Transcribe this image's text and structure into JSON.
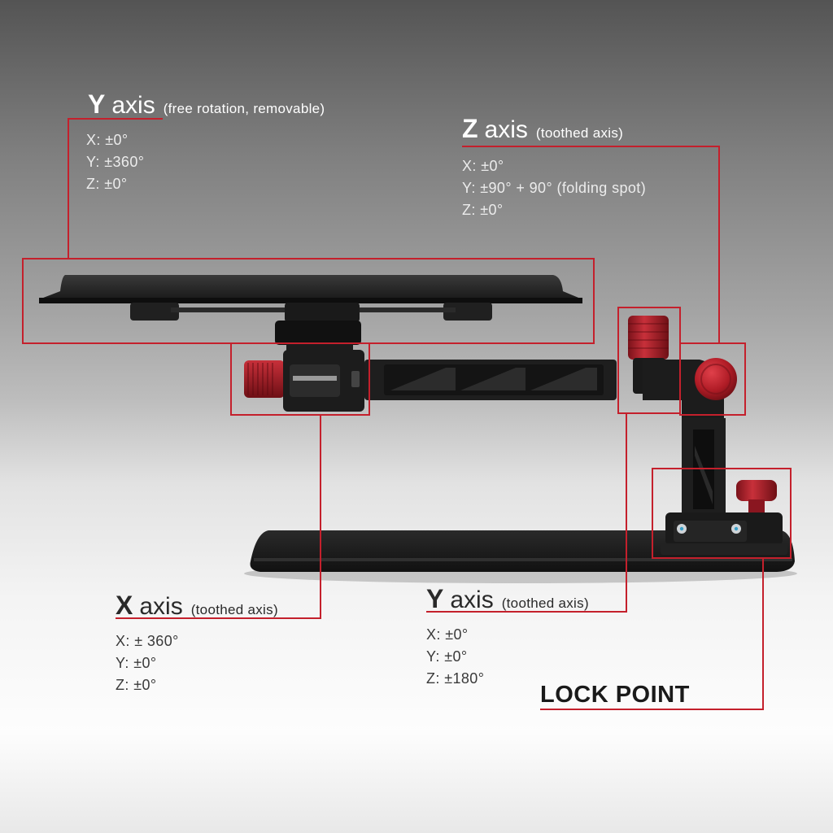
{
  "callouts": {
    "y_top": {
      "letter": "Y",
      "word": "axis",
      "note": "(free rotation, removable)",
      "values": [
        "X: ±0°",
        "Y: ±360°",
        "Z: ±0°"
      ]
    },
    "z": {
      "letter": "Z",
      "word": "axis",
      "note": "(toothed axis)",
      "values": [
        "X: ±0°",
        "Y: ±90° + 90° (folding spot)",
        "Z: ±0°"
      ]
    },
    "x": {
      "letter": "X",
      "word": "axis",
      "note": "(toothed axis)",
      "values": [
        "X: ± 360°",
        "Y: ±0°",
        "Z: ±0°"
      ]
    },
    "y_bottom": {
      "letter": "Y",
      "word": "axis",
      "note": "(toothed axis)",
      "values": [
        "X: ±0°",
        "Y: ±0°",
        "Z: ±180°"
      ]
    },
    "lock": "LOCK POINT"
  },
  "colors": {
    "accent_red": "#c4202c",
    "knob_red": "#b01c26",
    "metal_dark": "#1e1e1e",
    "metal_mid": "#2c2c2c"
  },
  "icons": {
    "knob": "red-knurled-knob",
    "screw": "hex-screw"
  }
}
